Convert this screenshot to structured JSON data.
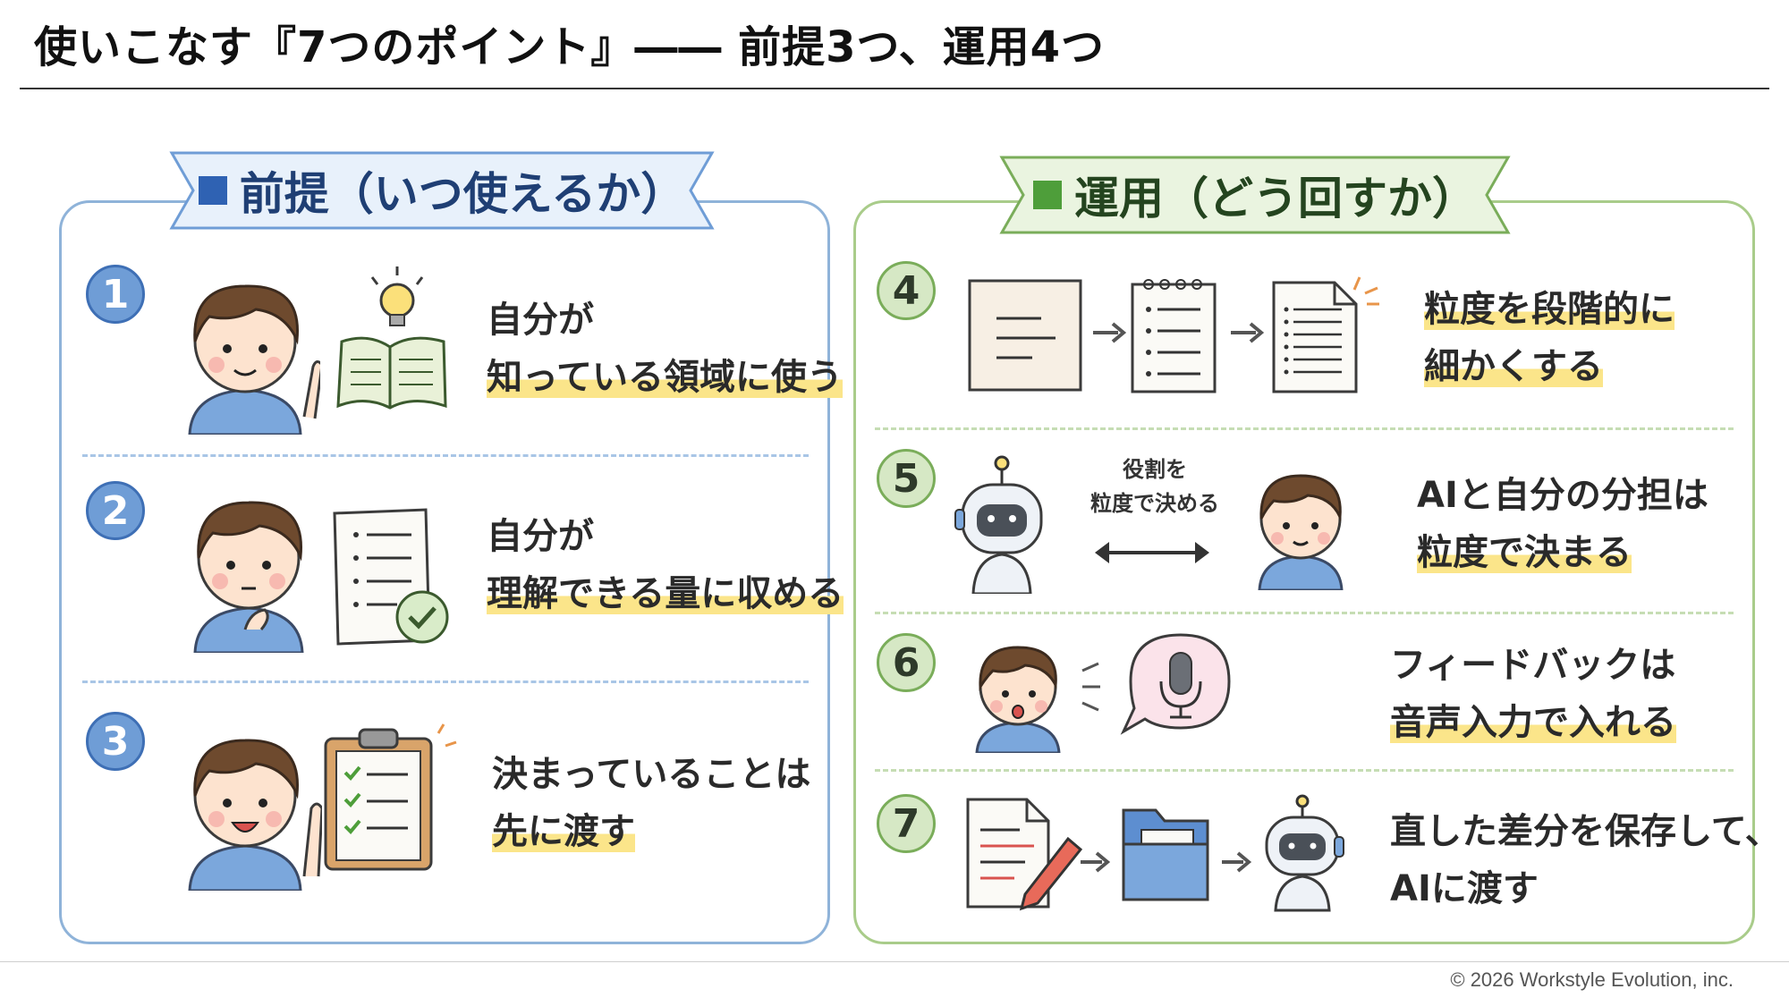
{
  "title": "使いこなす『7つのポイント』―― 前提3つ、運用4つ",
  "footer": "© 2026 Workstyle Evolution, inc.",
  "left": {
    "heading": "前提（いつ使えるか）",
    "items": [
      {
        "number": "1",
        "line1": "自分が",
        "line2": "知っている領域に使う"
      },
      {
        "number": "2",
        "line1": "自分が",
        "line2": "理解できる量に収める"
      },
      {
        "number": "3",
        "line1": "決まっていることは",
        "line2": "先に渡す"
      }
    ]
  },
  "right": {
    "heading": "運用（どう回すか）",
    "items": [
      {
        "number": "4",
        "line1": "粒度を段階的に",
        "line2": "細かくする"
      },
      {
        "number": "5",
        "line1": "AIと自分の分担は",
        "line2": "粒度で決まる",
        "caption1": "役割を",
        "caption2": "粒度で決める"
      },
      {
        "number": "6",
        "line1": "フィードバックは",
        "line2": "音声入力で入れる"
      },
      {
        "number": "7",
        "line1": "直した差分を保存して、",
        "line2": "AIに渡す"
      }
    ]
  },
  "colors": {
    "left_accent": "#2f62b3",
    "right_accent": "#4e9e3a",
    "highlight": "#fbe58a"
  },
  "icons": [
    "lightbulb-icon",
    "book-icon",
    "checklist-icon",
    "clipboard-icon",
    "document-icon",
    "notepad-icon",
    "microphone-icon",
    "folder-icon",
    "pencil-icon",
    "robot-icon",
    "person-icon",
    "arrow-icon"
  ]
}
